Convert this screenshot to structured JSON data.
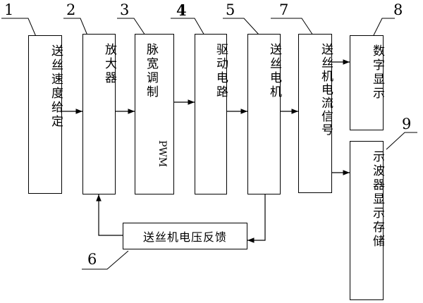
{
  "blocks": [
    {
      "id": "b1",
      "number": "1",
      "label": "送丝速度给定"
    },
    {
      "id": "b2",
      "number": "2",
      "label": "放大器"
    },
    {
      "id": "b3",
      "number": "3",
      "label": "脉宽调制",
      "label_suffix": "PWM"
    },
    {
      "id": "b4",
      "number": "4",
      "label": "驱动电路"
    },
    {
      "id": "b5",
      "number": "5",
      "label": "送丝电机"
    },
    {
      "id": "b7",
      "number": "7",
      "label": "送丝机电流信号"
    },
    {
      "id": "b8",
      "number": "8",
      "label": "数字显示"
    },
    {
      "id": "b9",
      "number": "9",
      "label": "示波器显示存储"
    }
  ],
  "feedback": {
    "number": "6",
    "label": "送丝机电压反馈"
  }
}
